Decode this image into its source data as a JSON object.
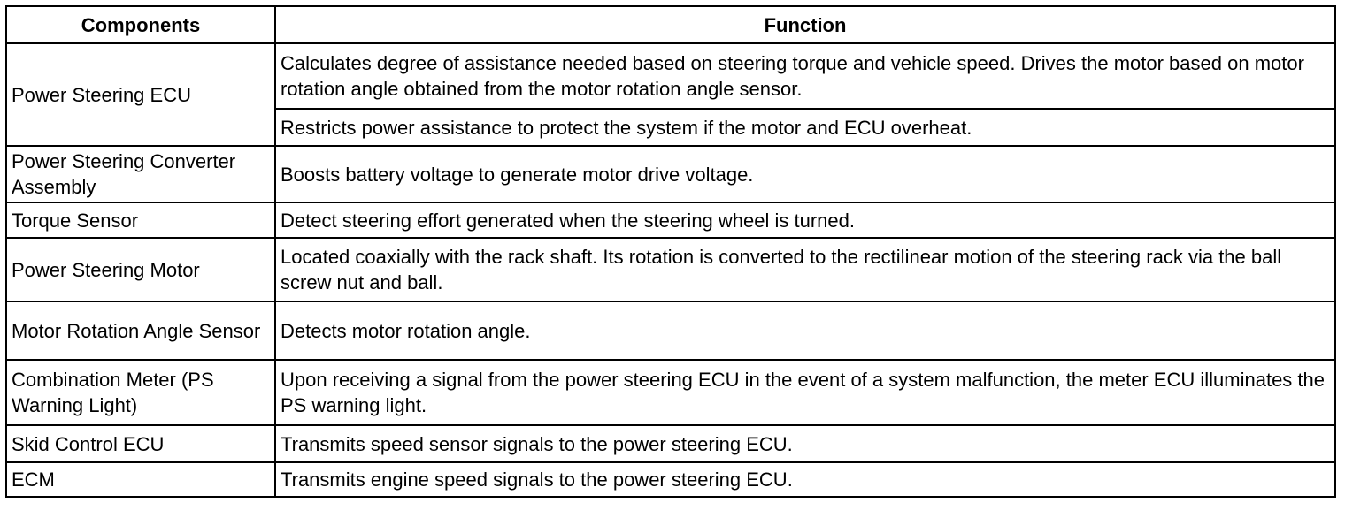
{
  "table": {
    "headers": {
      "components": "Components",
      "function": "Function"
    },
    "rows": [
      {
        "component": "Power Steering ECU",
        "functions": [
          "Calculates degree of assistance needed based on steering torque and vehicle speed. Drives the motor based on motor rotation angle obtained from the motor rotation angle sensor.",
          "Restricts power assistance to protect the system if the motor and ECU overheat."
        ]
      },
      {
        "component": "Power Steering Converter Assembly",
        "functions": [
          "Boosts battery voltage to generate motor drive voltage."
        ]
      },
      {
        "component": "Torque Sensor",
        "functions": [
          "Detect steering effort generated when the steering wheel is turned."
        ]
      },
      {
        "component": "Power Steering Motor",
        "functions": [
          "Located coaxially with the rack shaft. Its rotation is converted to the rectilinear motion of the steering rack via the ball screw nut and ball."
        ]
      },
      {
        "component": "Motor Rotation Angle Sensor",
        "functions": [
          "Detects motor rotation angle."
        ]
      },
      {
        "component": "Combination Meter (PS Warning Light)",
        "functions": [
          "Upon receiving a signal from the power steering ECU in the event of a system malfunction, the meter ECU illuminates the PS warning light."
        ]
      },
      {
        "component": "Skid Control ECU",
        "functions": [
          "Transmits speed sensor signals to the power steering ECU."
        ]
      },
      {
        "component": "ECM",
        "functions": [
          "Transmits engine speed signals to the power steering ECU."
        ]
      }
    ]
  }
}
